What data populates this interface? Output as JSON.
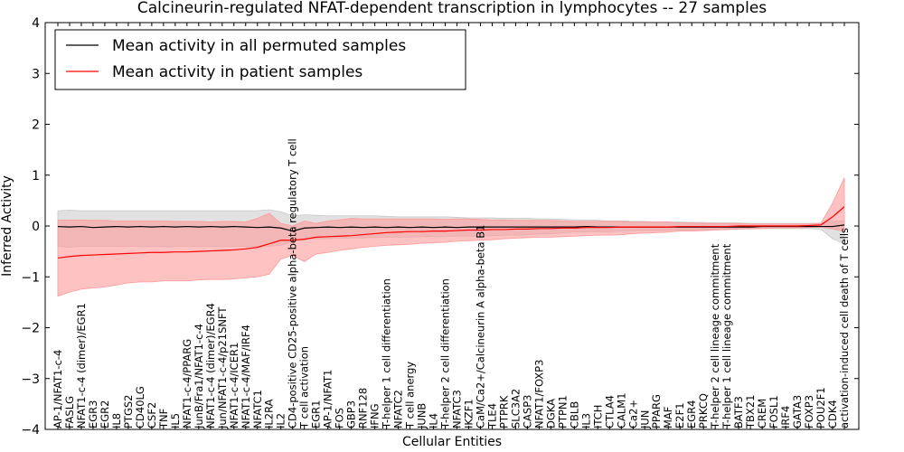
{
  "chart_data": {
    "type": "line",
    "title": "Calcineurin-regulated NFAT-dependent transcription in lymphocytes -- 27 samples",
    "xlabel": "Cellular Entities",
    "ylabel": "Inferred Activity",
    "ylim": [
      -4,
      4
    ],
    "yticks": [
      "−4",
      "−3",
      "−2",
      "−1",
      "0",
      "1",
      "2",
      "3",
      "4"
    ],
    "legend_position": "upper-left",
    "categories": [
      "AP-1/NFAT1-c-4",
      "FASLG",
      "NFAT1-c-4 (dimer)/EGR1",
      "EGR3",
      "EGR2",
      "IL8",
      "PTGS2",
      "CD40LG",
      "CSF2",
      "TNF",
      "IL5",
      "NFAT1-c-4/PPARG",
      "JunB/Fra1/NFAT1-c-4",
      "NFAT1-c-4 (dimer)/EGR4",
      "Jun/NFAT1-c-4/p21SNFT",
      "NFAT1-c-4/ICER1",
      "NFAT1-c-4/MAF/IRF4",
      "NFATC1",
      "IL2RA",
      "IL2",
      "CD4-positive CD25-positive alpha-beta regulatory T cell",
      "T cell activation",
      "EGR1",
      "AP-1/NFAT1",
      "FOS",
      "GBP3",
      "RNF128",
      "IFNG",
      "T-helper 1 cell differentiation",
      "NFATC2",
      "T cell anergy",
      "JUNB",
      "IL4",
      "T-helper 2 cell differentiation",
      "NFATC3",
      "IKZF1",
      "CaM/Ca2+/Calcineurin A alpha-beta B1",
      "TLE4",
      "PTPRK",
      "SLC3A2",
      "CASP3",
      "NFAT1/FOXP3",
      "DGKA",
      "PTPN1",
      "CBLB",
      "IL3",
      "ITCH",
      "CTLA4",
      "CALM1",
      "Ca2+",
      "JUN",
      "PPARG",
      "MAF",
      "E2F1",
      "EGR4",
      "PRKCQ",
      "T-helper 2 cell lineage commitment",
      "T-helper 1 cell lineage commitment",
      "BATF3",
      "TBX21",
      "CREM",
      "FOSL1",
      "IRF4",
      "GATA3",
      "FOXP3",
      "POU2F1",
      "CDK4",
      "activation-induced cell death of T cells"
    ],
    "series": [
      {
        "name": "Mean activity in all permuted samples",
        "color": "#000000",
        "band_color": "#c8c8c8",
        "values": [
          -0.01,
          -0.02,
          -0.01,
          -0.03,
          -0.02,
          -0.01,
          -0.02,
          -0.01,
          -0.02,
          -0.01,
          -0.02,
          -0.01,
          -0.02,
          -0.01,
          -0.02,
          -0.01,
          -0.02,
          -0.03,
          -0.02,
          -0.04,
          -0.1,
          -0.04,
          -0.03,
          -0.02,
          -0.03,
          -0.02,
          -0.03,
          -0.02,
          -0.03,
          -0.02,
          -0.03,
          -0.02,
          -0.03,
          -0.02,
          -0.03,
          -0.02,
          -0.02,
          -0.02,
          -0.02,
          -0.02,
          -0.02,
          -0.02,
          -0.02,
          -0.02,
          -0.02,
          -0.01,
          -0.02,
          -0.02,
          -0.02,
          -0.02,
          -0.02,
          -0.02,
          -0.02,
          -0.02,
          -0.02,
          -0.02,
          -0.02,
          -0.02,
          -0.02,
          -0.02,
          -0.01,
          -0.01,
          -0.01,
          -0.01,
          -0.01,
          -0.01,
          -0.01,
          0.02
        ],
        "lower": [
          -0.4,
          -0.42,
          -0.4,
          -0.4,
          -0.4,
          -0.4,
          -0.4,
          -0.4,
          -0.4,
          -0.4,
          -0.4,
          -0.4,
          -0.4,
          -0.4,
          -0.4,
          -0.4,
          -0.4,
          -0.4,
          -0.4,
          -0.38,
          -0.3,
          -0.25,
          -0.25,
          -0.25,
          -0.24,
          -0.24,
          -0.23,
          -0.23,
          -0.22,
          -0.22,
          -0.22,
          -0.21,
          -0.21,
          -0.2,
          -0.2,
          -0.2,
          -0.2,
          -0.19,
          -0.18,
          -0.18,
          -0.17,
          -0.16,
          -0.15,
          -0.14,
          -0.12,
          -0.12,
          -0.11,
          -0.11,
          -0.1,
          -0.09,
          -0.09,
          -0.09,
          -0.09,
          -0.08,
          -0.08,
          -0.07,
          -0.07,
          -0.07,
          -0.06,
          -0.06,
          -0.05,
          -0.05,
          -0.05,
          -0.05,
          -0.05,
          -0.06,
          -0.25,
          -0.35
        ],
        "upper": [
          0.3,
          0.31,
          0.3,
          0.3,
          0.3,
          0.3,
          0.3,
          0.3,
          0.3,
          0.3,
          0.3,
          0.3,
          0.3,
          0.3,
          0.3,
          0.3,
          0.3,
          0.3,
          0.32,
          0.28,
          0.2,
          0.22,
          0.21,
          0.2,
          0.2,
          0.2,
          0.2,
          0.2,
          0.19,
          0.18,
          0.18,
          0.18,
          0.18,
          0.18,
          0.17,
          0.16,
          0.16,
          0.16,
          0.15,
          0.15,
          0.15,
          0.14,
          0.14,
          0.13,
          0.12,
          0.12,
          0.11,
          0.1,
          0.1,
          0.09,
          0.09,
          0.08,
          0.08,
          0.08,
          0.07,
          0.07,
          0.06,
          0.06,
          0.06,
          0.05,
          0.05,
          0.05,
          0.05,
          0.05,
          0.05,
          0.06,
          0.1,
          0.1
        ]
      },
      {
        "name": "Mean activity in patient samples",
        "color": "#ff0000",
        "band_color": "#ff9a9a",
        "values": [
          -0.63,
          -0.6,
          -0.58,
          -0.57,
          -0.56,
          -0.55,
          -0.54,
          -0.53,
          -0.52,
          -0.52,
          -0.51,
          -0.51,
          -0.5,
          -0.49,
          -0.48,
          -0.47,
          -0.45,
          -0.42,
          -0.35,
          -0.28,
          -0.28,
          -0.26,
          -0.22,
          -0.21,
          -0.2,
          -0.19,
          -0.17,
          -0.15,
          -0.13,
          -0.12,
          -0.11,
          -0.11,
          -0.1,
          -0.1,
          -0.09,
          -0.08,
          -0.08,
          -0.07,
          -0.07,
          -0.06,
          -0.06,
          -0.05,
          -0.05,
          -0.04,
          -0.04,
          -0.03,
          -0.03,
          -0.03,
          -0.02,
          -0.02,
          -0.02,
          -0.02,
          -0.02,
          -0.01,
          -0.01,
          -0.01,
          -0.01,
          -0.01,
          0.0,
          0.0,
          0.0,
          0.0,
          0.0,
          0.0,
          0.01,
          0.02,
          0.18,
          0.38
        ],
        "lower": [
          -1.38,
          -1.3,
          -1.24,
          -1.22,
          -1.2,
          -1.16,
          -1.12,
          -1.1,
          -1.1,
          -1.08,
          -1.08,
          -1.08,
          -1.06,
          -1.05,
          -1.05,
          -1.04,
          -1.02,
          -1.0,
          -0.95,
          -0.65,
          -0.58,
          -0.7,
          -0.55,
          -0.52,
          -0.48,
          -0.45,
          -0.42,
          -0.4,
          -0.38,
          -0.37,
          -0.36,
          -0.34,
          -0.33,
          -0.32,
          -0.3,
          -0.29,
          -0.28,
          -0.27,
          -0.25,
          -0.24,
          -0.23,
          -0.22,
          -0.22,
          -0.21,
          -0.2,
          -0.19,
          -0.18,
          -0.18,
          -0.17,
          -0.15,
          -0.14,
          -0.13,
          -0.12,
          -0.1,
          -0.1,
          -0.09,
          -0.08,
          -0.07,
          -0.06,
          -0.05,
          -0.05,
          -0.04,
          -0.04,
          -0.03,
          -0.03,
          -0.02,
          -0.06,
          -0.1
        ],
        "upper": [
          0.12,
          0.12,
          0.12,
          0.11,
          0.11,
          0.1,
          0.1,
          0.1,
          0.1,
          0.1,
          0.09,
          0.09,
          0.09,
          0.08,
          0.09,
          0.09,
          0.08,
          0.15,
          0.25,
          0.05,
          0.0,
          0.1,
          0.05,
          0.1,
          0.12,
          0.15,
          0.14,
          0.14,
          0.14,
          0.14,
          0.14,
          0.14,
          0.14,
          0.13,
          0.14,
          0.14,
          0.13,
          0.12,
          0.12,
          0.11,
          0.11,
          0.11,
          0.11,
          0.1,
          0.09,
          0.09,
          0.09,
          0.09,
          0.09,
          0.08,
          0.08,
          0.08,
          0.08,
          0.06,
          0.06,
          0.05,
          0.05,
          0.05,
          0.05,
          0.04,
          0.04,
          0.04,
          0.04,
          0.04,
          0.04,
          0.05,
          0.45,
          0.95
        ]
      }
    ]
  }
}
